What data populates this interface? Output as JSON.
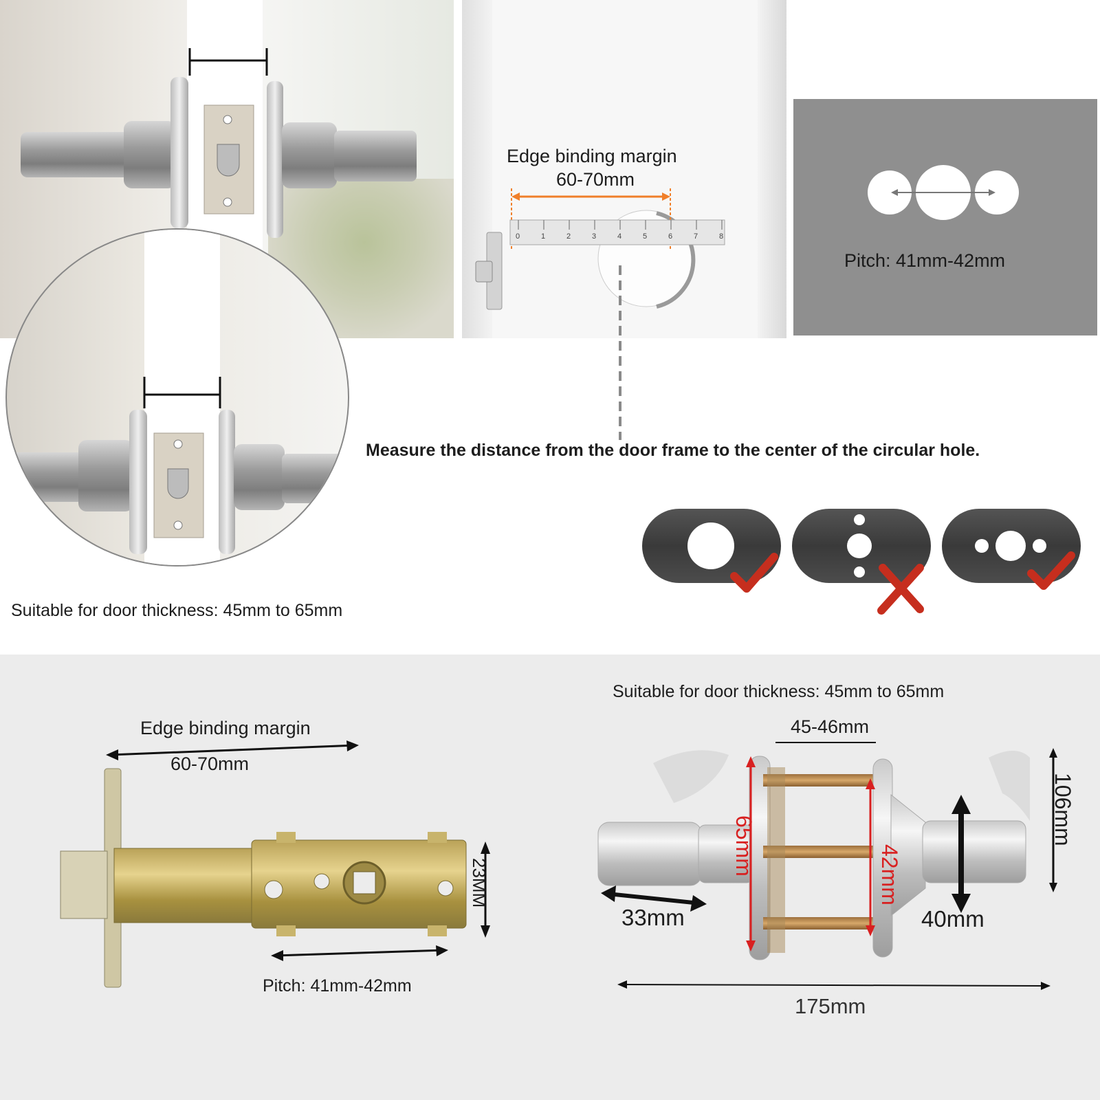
{
  "colors": {
    "accent_orange": "#f07f2a",
    "pitch_panel": "#8f8f8f",
    "check_red": "#c62e1e",
    "bottom_bg": "#ececec",
    "dimension_red": "#d82020"
  },
  "top_left": {
    "door_thickness_label": "Suitable for door thickness: 45mm to 65mm"
  },
  "top_middle": {
    "edge_margin_title": "Edge binding margin",
    "edge_margin_value": "60-70mm",
    "ruler_ticks": [
      "0",
      "1",
      "2",
      "3",
      "4",
      "5",
      "6",
      "7",
      "8"
    ]
  },
  "top_right": {
    "pitch_label": "Pitch: 41mm-42mm"
  },
  "instruction": "Measure the distance from the door frame to the center of the circular hole.",
  "hole_patterns": [
    {
      "icon": "single-hole-plate",
      "status": "check"
    },
    {
      "icon": "four-hole-plate",
      "status": "cross"
    },
    {
      "icon": "three-hole-plate",
      "status": "check"
    }
  ],
  "latch_panel": {
    "edge_margin_title": "Edge binding margin",
    "edge_margin_value": "60-70mm",
    "height_label": "23MM",
    "pitch_label": "Pitch: 41mm-42mm"
  },
  "lever_panel": {
    "door_thickness_label": "Suitable for door thickness: 45mm to 65mm",
    "rose_spacing": "45-46mm",
    "rose_diameter": "65mm",
    "bolt_spacing": "42mm",
    "lever_height": "106mm",
    "shaft_length": "33mm",
    "neck_diameter": "40mm",
    "total_length": "175mm"
  }
}
